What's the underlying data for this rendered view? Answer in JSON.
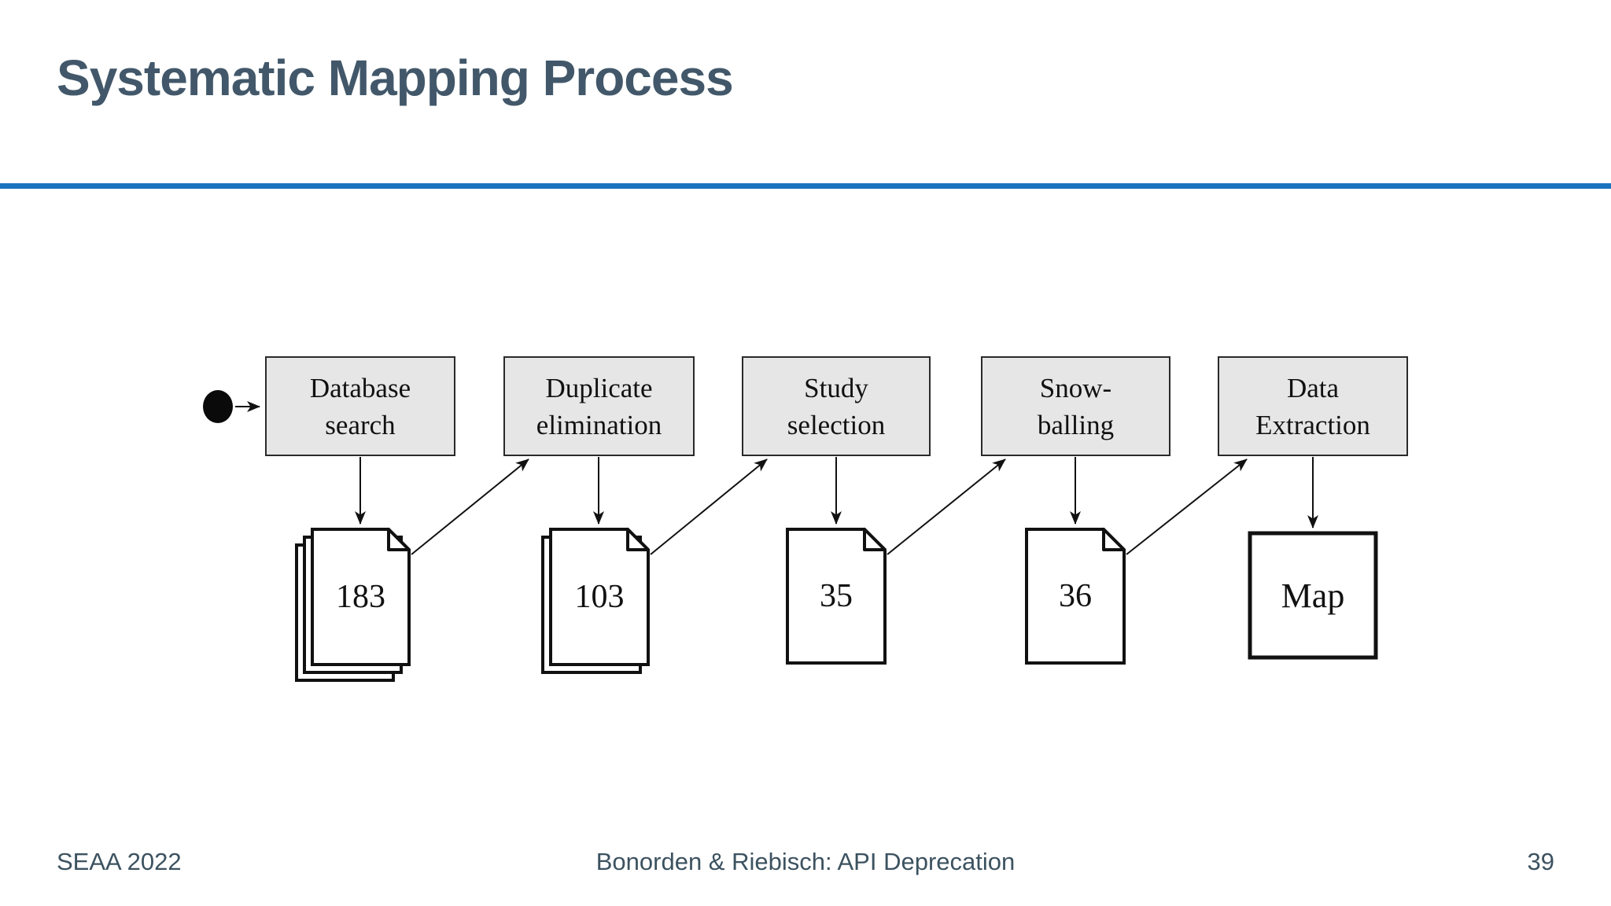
{
  "slide": {
    "title": "Systematic Mapping Process",
    "footer": {
      "left": "SEAA 2022",
      "center": "Bonorden & Riebisch: API Deprecation",
      "page_number": "39"
    }
  },
  "colors": {
    "title_text": "#42586a",
    "accent_rule": "#1b74bf",
    "footer_text": "#3c5260",
    "box_fill": "#e6e6e6",
    "box_border": "#2a2a2a",
    "diagram_ink": "#111111"
  },
  "diagram": {
    "type": "activity-flow",
    "start_node": "initial-state-dot",
    "steps": [
      {
        "label_lines": [
          "Database",
          "search"
        ],
        "artifact": {
          "kind": "document-stack-3",
          "value": "183"
        }
      },
      {
        "label_lines": [
          "Duplicate",
          "elimination"
        ],
        "artifact": {
          "kind": "document-stack-2",
          "value": "103"
        }
      },
      {
        "label_lines": [
          "Study",
          "selection"
        ],
        "artifact": {
          "kind": "document",
          "value": "35"
        }
      },
      {
        "label_lines": [
          "Snow-",
          "balling"
        ],
        "artifact": {
          "kind": "document",
          "value": "36"
        }
      },
      {
        "label_lines": [
          "Data",
          "Extraction"
        ],
        "artifact": {
          "kind": "map-box",
          "value": "Map"
        }
      }
    ]
  }
}
